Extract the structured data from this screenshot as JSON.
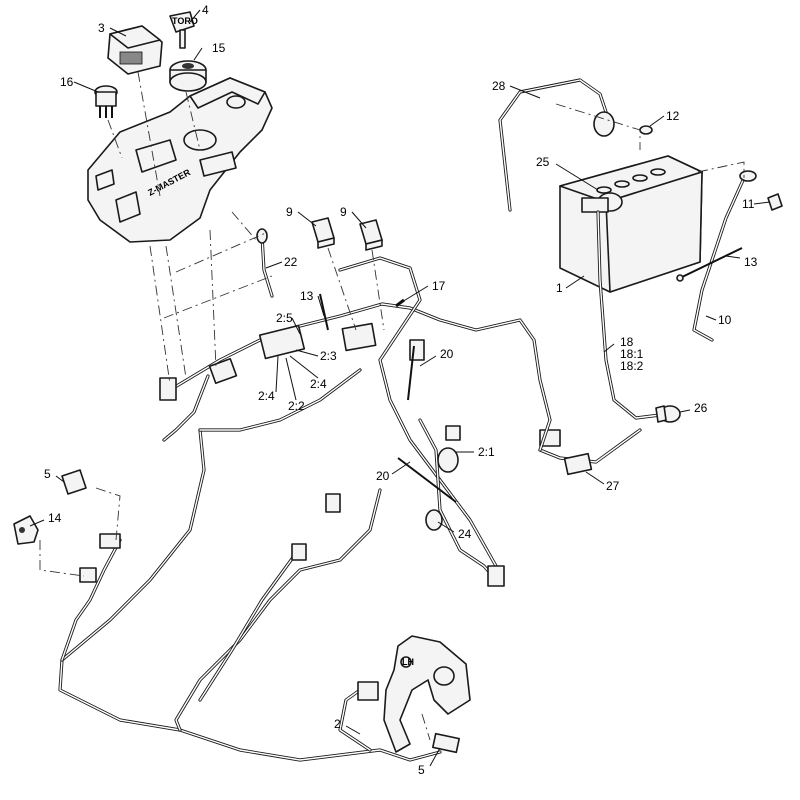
{
  "diagram": {
    "callouts": {
      "c1": "1",
      "c2": "2",
      "c2_1": "2:1",
      "c2_2": "2:2",
      "c2_3": "2:3",
      "c2_4a": "2:4",
      "c2_4b": "2:4",
      "c2_5": "2:5",
      "c3": "3",
      "c4": "4",
      "c5a": "5",
      "c5b": "5",
      "c9a": "9",
      "c9b": "9",
      "c10": "10",
      "c11": "11",
      "c12": "12",
      "c13a": "13",
      "c13b": "13",
      "c14": "14",
      "c15": "15",
      "c16": "16",
      "c17": "17",
      "c18": "18",
      "c18_1": "18:1",
      "c18_2": "18:2",
      "c20a": "20",
      "c20b": "20",
      "c22": "22",
      "c24": "24",
      "c25": "25",
      "c26": "26",
      "c27": "27",
      "c28": "28"
    },
    "decals": {
      "brand": "Z-MASTER",
      "key_tag": "TORO",
      "side_marker": "LH"
    }
  }
}
